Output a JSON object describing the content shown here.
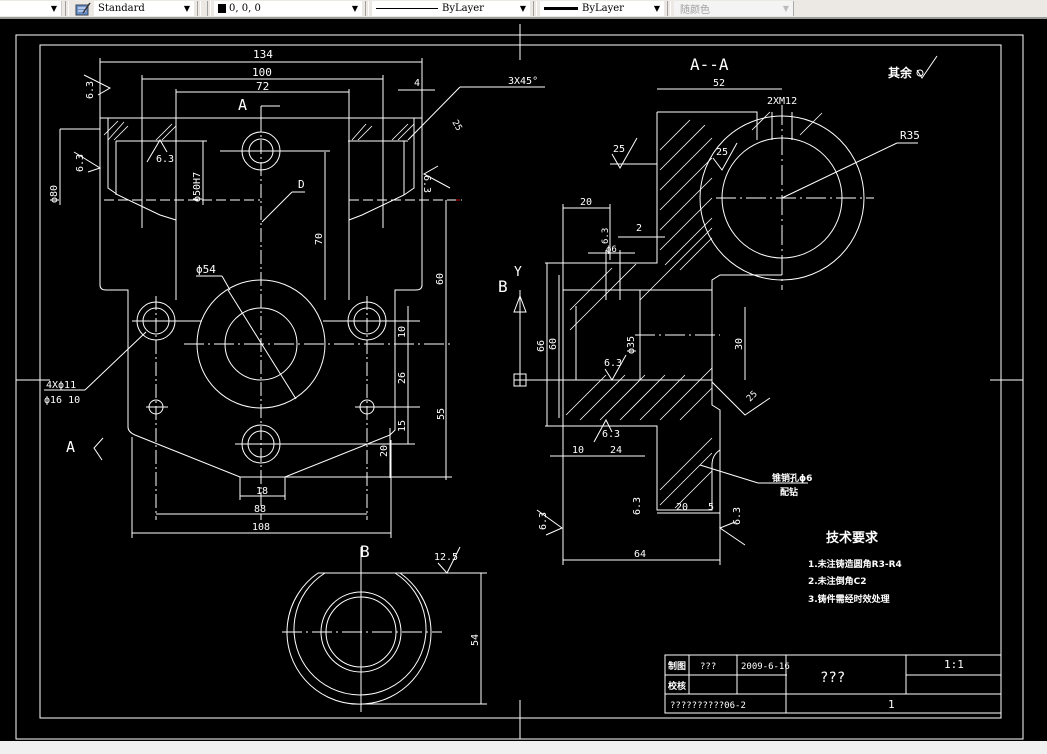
{
  "toolbar": {
    "textstyle": {
      "value": "Standard",
      "icon": "text-style-icon"
    },
    "color": {
      "value": "0, 0, 0",
      "swatch": "#000000"
    },
    "linetype": {
      "value": "ByLayer"
    },
    "lineweight": {
      "value": "ByLayer"
    },
    "plotstyle": {
      "value": "随颜色"
    }
  },
  "drawing": {
    "front_view": {
      "dims": [
        "134",
        "100",
        "72",
        "4",
        "6.3",
        "6.3",
        "6.3",
        "6.3",
        "ϕ80",
        "ϕ50H7",
        "70",
        "60",
        "ϕ54",
        "10",
        "26",
        "55",
        "15",
        "20",
        "18",
        "88",
        "108",
        "3X45°",
        "25"
      ],
      "label_D": "D",
      "section_mark": "A",
      "view_mark": "A",
      "hole_note_1": "4Xϕ11",
      "hole_note_2": "ϕ16  10"
    },
    "section_view": {
      "title": "A--A",
      "dims": [
        "52",
        "2XM12",
        "R35",
        "25",
        "25",
        "20",
        "2",
        "6.3",
        "ϕ6",
        "66",
        "60",
        "ϕ35",
        "30",
        "6.3",
        "6.3",
        "10",
        "24",
        "20",
        "5",
        "64",
        "6.3",
        "6.3",
        "6.3",
        "25",
        "6.3"
      ],
      "view_mark_B": "B",
      "pin_note_1": "锥销孔ϕ6",
      "pin_note_2": "配钻"
    },
    "view_b": {
      "title": "B",
      "dims": [
        "12.5",
        "54"
      ]
    },
    "roughness_note": "其余",
    "tech_requirements": {
      "title": "技术要求",
      "items": [
        "1.未注铸造圆角R3-R4",
        "2.未注倒角C2",
        "3.铸件需经时效处理"
      ]
    },
    "title_block": {
      "drawn_label": "制图",
      "checked_label": "校核",
      "drawer": "???",
      "date": "2009-6-16",
      "part_name": "???",
      "scale": "1:1",
      "drawing_no": "??????????06-2",
      "sheet": "1"
    }
  }
}
